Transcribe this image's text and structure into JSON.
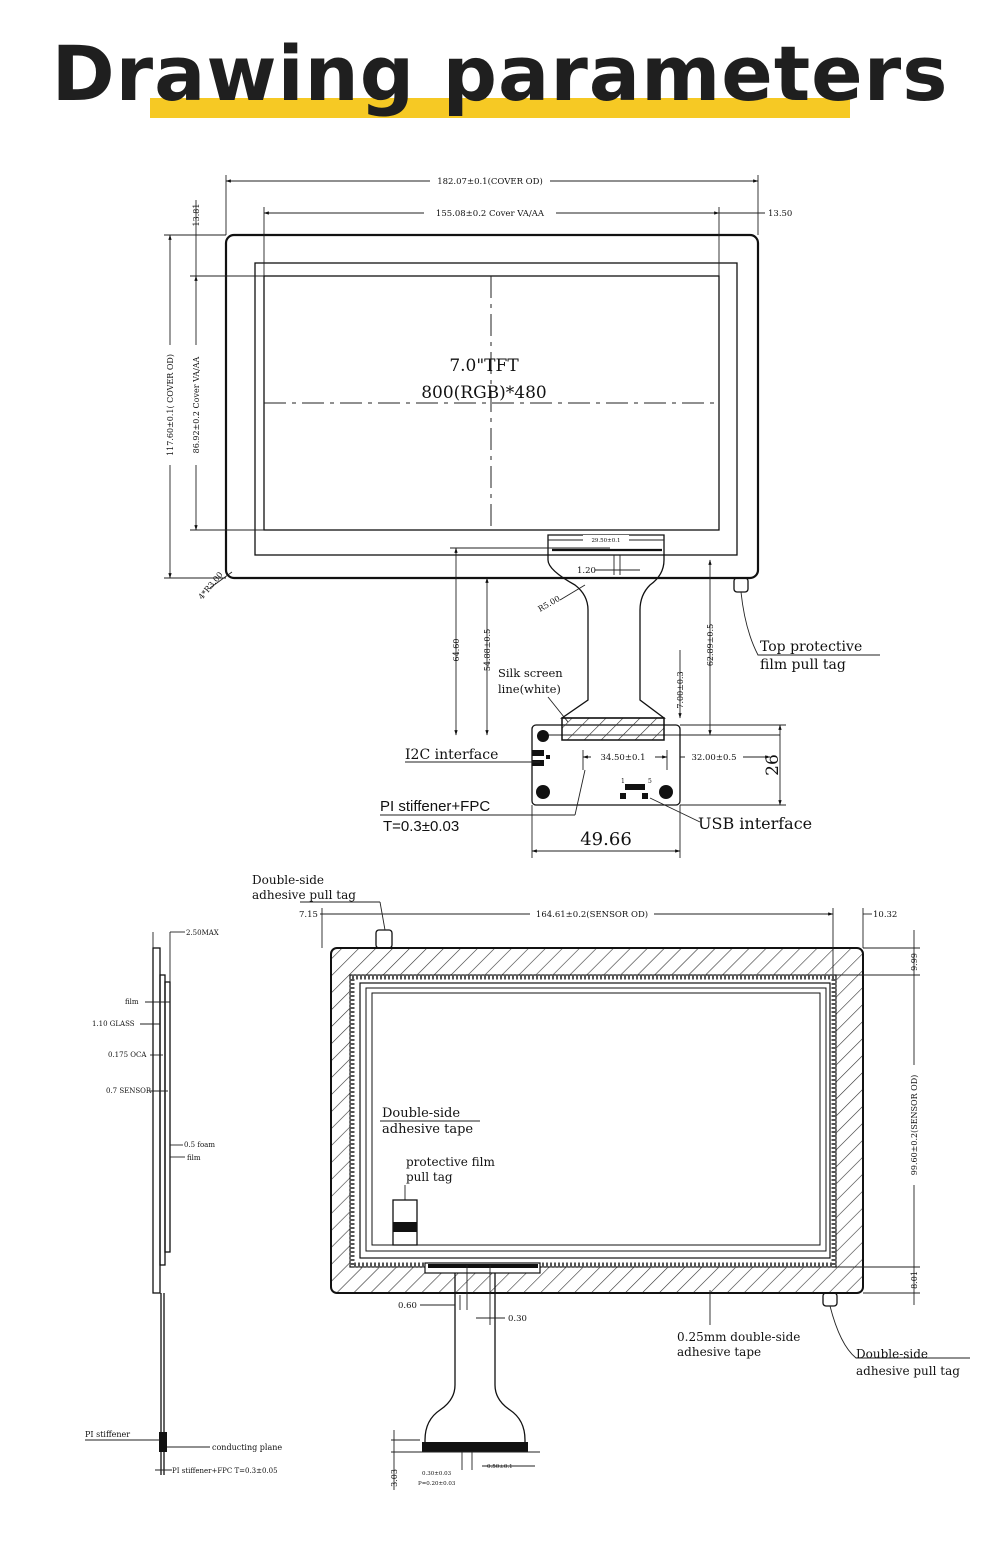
{
  "title": "Drawing parameters",
  "colors": {
    "accent": "#f6c924",
    "line": "#111111"
  },
  "top_view": {
    "cover_od_width": "182.07±0.1(COVER OD)",
    "cover_va_width": "155.08±0.2  Cover VA/AA",
    "right_margin": "13.50",
    "top_margin": "13.81",
    "cover_od_height": "117.60±0.1( COVER OD)",
    "cover_va_height": "86.92±0.2 Cover VA/AA",
    "corner_radius": "4*R3.00",
    "screen_line1": "7.0\"TFT",
    "screen_line2": "800(RGB)*480",
    "fpc_top_width": "29.50±0.1",
    "fpc_gap": "1.20",
    "fpc_radius": "R5.00",
    "dim_64": "64.60",
    "dim_54": "54.88±0.5",
    "dim_62": "62.89±0.5",
    "dim_7": "7.00±0.3",
    "silk_screen": "Silk screen",
    "silk_screen2": "line(white)",
    "top_tag1": "Top protective",
    "top_tag2": "film pull tag",
    "i2c": "I2C interface",
    "dim_34": "34.50±0.1",
    "dim_32": "32.00±0.5",
    "dim_26": "26",
    "pi_stiffener": "PI stiffener+FPC",
    "pi_thickness": "T=0.3±0.03",
    "usb": "USB interface",
    "dim_49": "49.66",
    "usb_pin1": "1",
    "usb_pin5": "5"
  },
  "side_view": {
    "max_thickness": "2.50MAX",
    "film": "film",
    "glass": "1.10 GLASS",
    "oca": "0.175 OCA",
    "sensor": "0.7 SENSOR",
    "foam": "0.5 foam",
    "film2": "film",
    "pi_stiffener": "PI stiffener",
    "conducting": "conducting plane",
    "pi_fpc": "PI stiffener+FPC T=0.3±0.05"
  },
  "bottom_view": {
    "ds_tag1": "Double-side",
    "ds_tag2": "adhesive pull tag",
    "left_margin": "7.15",
    "sensor_width": "164.61±0.2(SENSOR OD)",
    "right_margin": "10.32",
    "top_margin": "9.99",
    "sensor_height": "99.60±0.2(SENSOR OD)",
    "bottom_margin": "8.01",
    "tape1": "Double-side",
    "tape2": "adhesive tape",
    "pf1": "protective film",
    "pf2": "pull tag",
    "dim_060": "0.60",
    "dim_030": "0.30",
    "tape025_1": "0.25mm double-side",
    "tape025_2": "adhesive tape",
    "ds_tag_r1": "Double-side",
    "ds_tag_r2": "adhesive pull tag",
    "dim_303": "3.03",
    "pin_w": "0.30±0.03",
    "pin_p": "P=0.20±0.03",
    "tail_w": "0.50±0.1"
  }
}
